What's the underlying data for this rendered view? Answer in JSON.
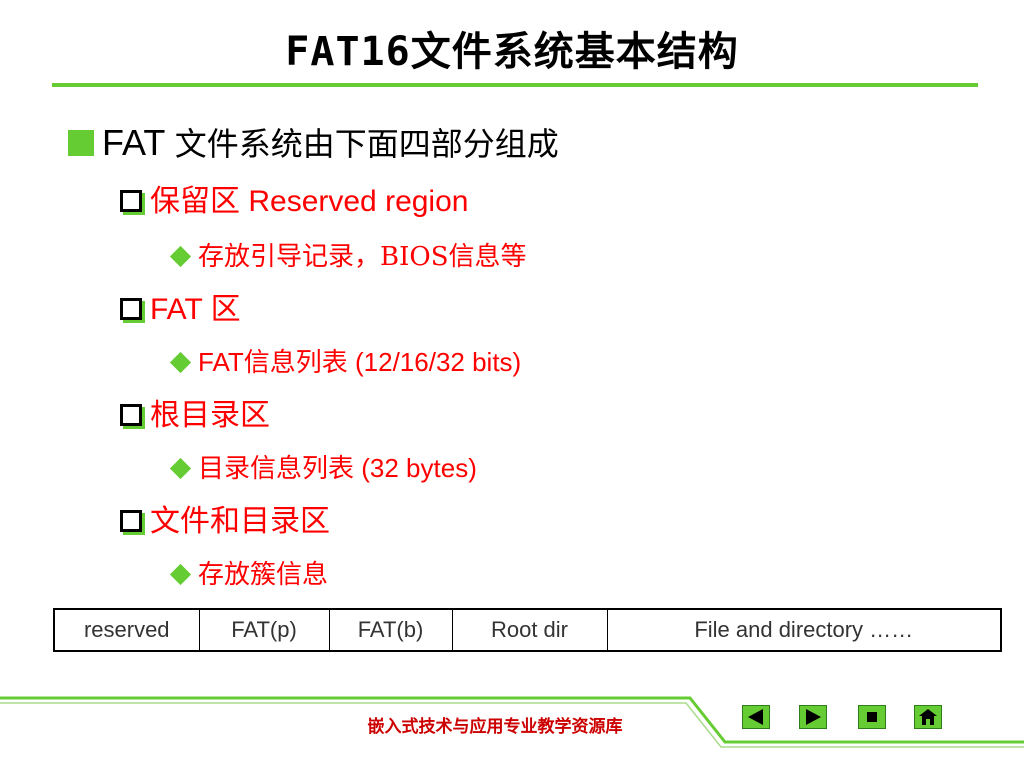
{
  "slide": {
    "title": "FAT16文件系统基本结构"
  },
  "outline": {
    "l1": {
      "latin": "FAT",
      "cjk": "文件系统由下面四部分组成"
    },
    "reserved": {
      "cjk": "保留区",
      "latin": "Reserved region",
      "detail": "存放引导记录，BIOS信息等"
    },
    "fat": {
      "latin": "FAT",
      "cjk": "区",
      "detail_latin": "FAT",
      "detail_cjk": "信息列表",
      "detail_paren": "(12/16/32 bits)"
    },
    "rootdir": {
      "cjk": "根目录区",
      "detail_cjk": "目录信息列表",
      "detail_paren": "(32 bytes)"
    },
    "filedir": {
      "cjk": "文件和目录区",
      "detail": "存放簇信息"
    }
  },
  "layout_table": {
    "cells": [
      "reserved",
      "FAT(p)",
      "FAT(b)",
      "Root dir",
      "File and directory ……"
    ]
  },
  "footer": {
    "text": "嵌入式技术与应用专业教学资源库",
    "nav_icons": [
      "previous-icon",
      "next-icon",
      "stop-icon",
      "home-icon"
    ]
  },
  "colors": {
    "accent_green": "#66CC33",
    "text_red": "#FF0000",
    "footer_red": "#CC0000"
  }
}
